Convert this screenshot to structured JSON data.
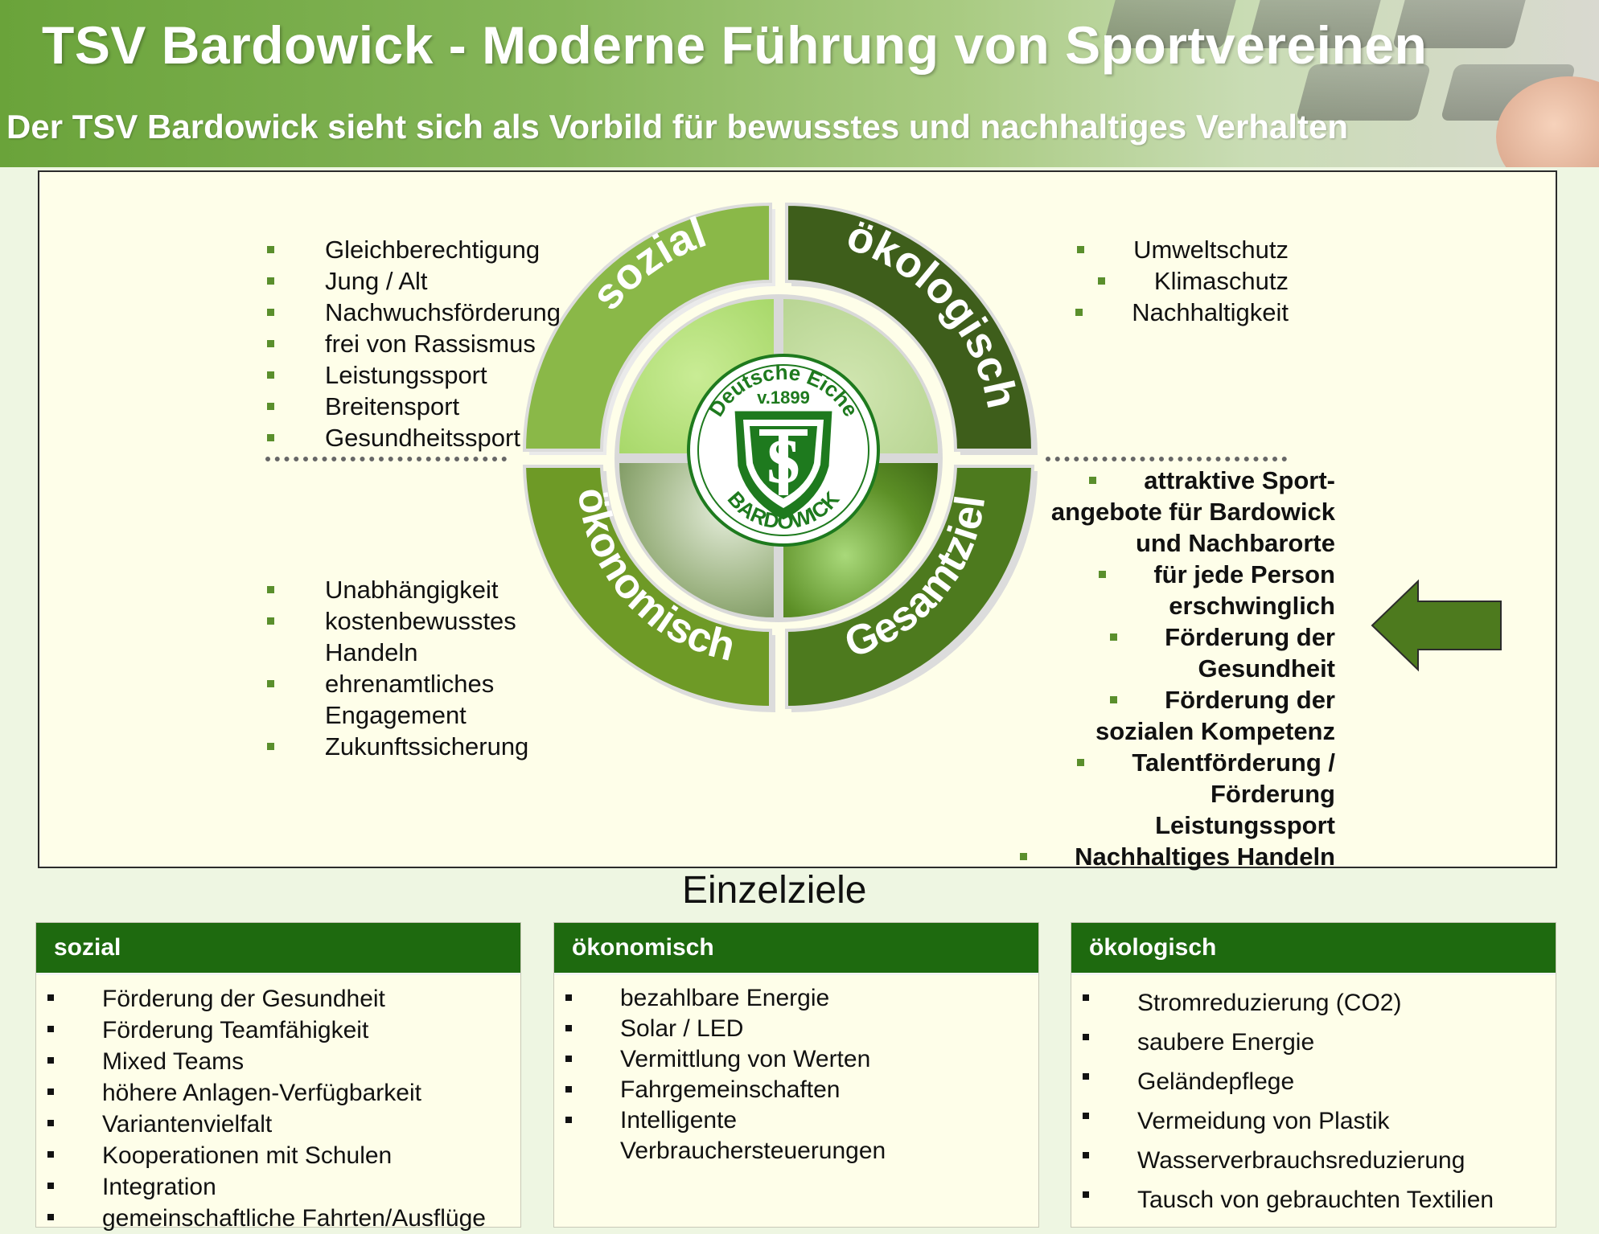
{
  "header": {
    "title": "TSV Bardowick - Moderne Führung von Sportvereinen",
    "subtitle": "Der TSV Bardowick sieht sich als Vorbild für bewusstes und nachhaltiges Verhalten"
  },
  "diagram": {
    "segments": {
      "sozial": "sozial",
      "oekologisch": "ökologisch",
      "oekonomisch": "ökonomisch",
      "gesamtziel": "Gesamtziel"
    },
    "logo": {
      "top_text": "Deutsche Eiche",
      "year": "v.1899",
      "bottom_text": "BARDOWICK"
    },
    "colors": {
      "sozial": "#8ab848",
      "oekologisch": "#3e5e1b",
      "oekonomisch": "#6e9a26",
      "gesamtziel": "#4d7a1e",
      "bullet": "#5a8f2c"
    }
  },
  "lists": {
    "sozial": [
      "Gleichberechtigung",
      "Jung / Alt",
      "Nachwuchsförderung",
      "frei von Rassismus",
      "Leistungssport",
      "Breitensport",
      "Gesundheitssport"
    ],
    "oekologisch": [
      "Umweltschutz",
      "Klimaschutz",
      "Nachhaltigkeit"
    ],
    "oekonomisch": [
      [
        "Unabhängigkeit"
      ],
      [
        "kostenbewusstes",
        "Handeln"
      ],
      [
        "ehrenamtliches",
        "Engagement"
      ],
      [
        "Zukunftssicherung"
      ]
    ],
    "gesamtziel": [
      [
        "attraktive Sport-",
        "angebote für Bardowick",
        "und Nachbarorte"
      ],
      [
        "für jede Person",
        "erschwinglich"
      ],
      [
        "Förderung der",
        "Gesundheit"
      ],
      [
        "Förderung der",
        "sozialen Kompetenz"
      ],
      [
        "Talentförderung /",
        "Förderung",
        "Leistungssport"
      ],
      [
        "Nachhaltiges Handeln"
      ]
    ]
  },
  "einzelziele": {
    "heading": "Einzelziele",
    "boxes": [
      {
        "title": "sozial",
        "items": [
          "Förderung der Gesundheit",
          "Förderung Teamfähigkeit",
          "Mixed Teams",
          "höhere Anlagen-Verfügbarkeit",
          "Variantenvielfalt",
          "Kooperationen mit Schulen",
          "Integration",
          "gemeinschaftliche Fahrten/Ausflüge"
        ]
      },
      {
        "title": "ökonomisch",
        "items": [
          "bezahlbare Energie",
          "Solar / LED",
          "Vermittlung von Werten",
          "Fahrgemeinschaften",
          "Intelligente Verbrauchersteuerungen"
        ]
      },
      {
        "title": "ökologisch",
        "items": [
          "Stromreduzierung (CO2)",
          "saubere Energie",
          "Geländepflege",
          "Vermeidung von Plastik",
          "Wasserverbrauchsreduzierung",
          "Tausch von gebrauchten Textilien"
        ]
      }
    ]
  }
}
